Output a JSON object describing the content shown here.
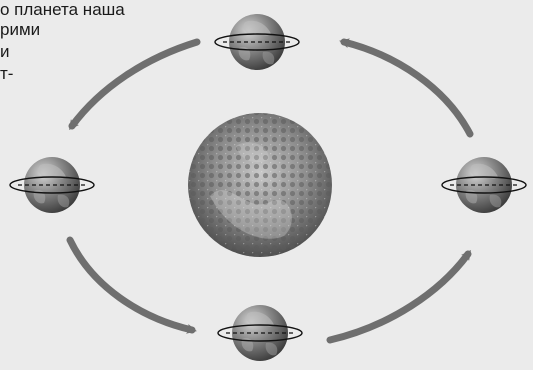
{
  "caption_lines": [
    "о планета наша",
    "рими",
    "и",
    "т-"
  ],
  "colors": {
    "background": "#ebebeb",
    "arrow": "#6f6f6f",
    "sun_light": "#c9c9c9",
    "sun_dark": "#4a4a4a",
    "earth_light": "#d6d6d6",
    "earth_dark": "#3a3a3a"
  },
  "diagram": {
    "objects": [
      "sun",
      "earth-top",
      "earth-left",
      "earth-bottom",
      "earth-right"
    ],
    "arrows": 4,
    "direction": "counter-clockwise"
  }
}
